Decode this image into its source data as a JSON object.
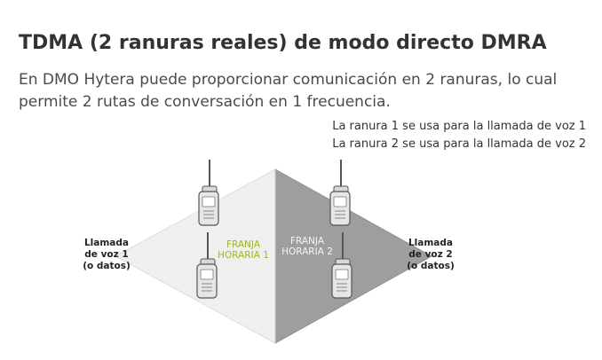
{
  "heading": {
    "title": "TDMA (2 ranuras reales) de modo directo DMRA",
    "subtitle": "En DMO Hytera puede proporcionar comunicación en 2 ranuras, lo cual permite 2 rutas de conversación en 1 frecuencia."
  },
  "legend": {
    "line1": "La ranura 1 se usa para la llamada de voz 1",
    "line2": "La ranura 2 se usa para la llamada de voz 2"
  },
  "diagram": {
    "left_endpoint": {
      "line1": "Llamada",
      "line2": "de voz 1",
      "line3": "(o datos)"
    },
    "right_endpoint": {
      "line1": "Llamada",
      "line2": "de voz 2",
      "line3": "(o datos)"
    },
    "slot1": {
      "line1": "FRANJA",
      "line2": "HORARIA 1",
      "color": "#9ab72a"
    },
    "slot2": {
      "line1": "FRANJA",
      "line2": "HORARIA 2",
      "color": "#f4f4f4"
    },
    "colors": {
      "left_half": "#efefef",
      "right_half": "#9e9e9e",
      "radio_body": "#e6e6e6",
      "radio_outline": "#555555"
    }
  }
}
